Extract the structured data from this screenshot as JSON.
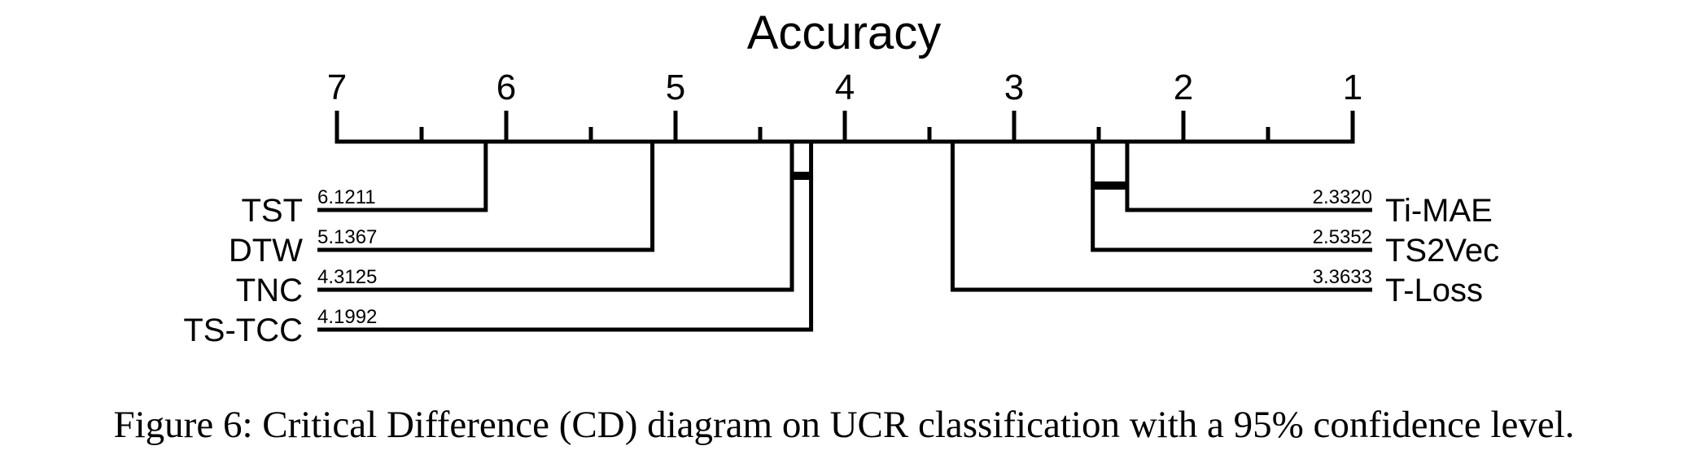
{
  "chart_data": {
    "type": "critical-difference",
    "title": "Accuracy",
    "axis": {
      "min": 1,
      "max": 7,
      "reversed": true,
      "ticks": [
        7,
        6,
        5,
        4,
        3,
        2,
        1
      ]
    },
    "left_methods": [
      {
        "name": "TST",
        "rank": 6.1211,
        "rank_label": "6.1211"
      },
      {
        "name": "DTW",
        "rank": 5.1367,
        "rank_label": "5.1367"
      },
      {
        "name": "TNC",
        "rank": 4.3125,
        "rank_label": "4.3125"
      },
      {
        "name": "TS-TCC",
        "rank": 4.1992,
        "rank_label": "4.1992"
      }
    ],
    "right_methods": [
      {
        "name": "Ti-MAE",
        "rank": 2.332,
        "rank_label": "2.3320"
      },
      {
        "name": "TS2Vec",
        "rank": 2.5352,
        "rank_label": "2.5352"
      },
      {
        "name": "T-Loss",
        "rank": 3.3633,
        "rank_label": "3.3633"
      }
    ],
    "cliques": [
      {
        "from": 4.3125,
        "to": 4.1992
      },
      {
        "from": 2.5352,
        "to": 2.332
      }
    ]
  },
  "caption": "Figure 6: Critical Difference (CD) diagram on UCR classification with a 95% confidence level."
}
